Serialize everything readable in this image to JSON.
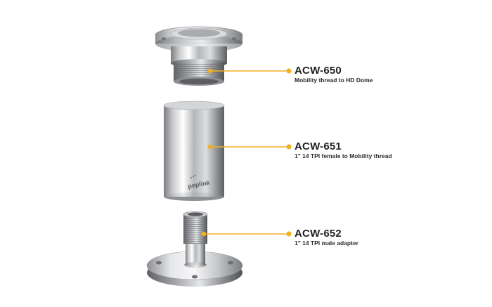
{
  "accent_color": "#f2b120",
  "products": [
    {
      "code": "ACW-650",
      "description": "Mobility thread to HD Dome"
    },
    {
      "code": "ACW-651",
      "description": "1\" 14 TPI female to Mobility thread"
    },
    {
      "code": "ACW-652",
      "description": "1\" 14 TPI male adapter"
    }
  ],
  "brand_logo_text": "peplink"
}
